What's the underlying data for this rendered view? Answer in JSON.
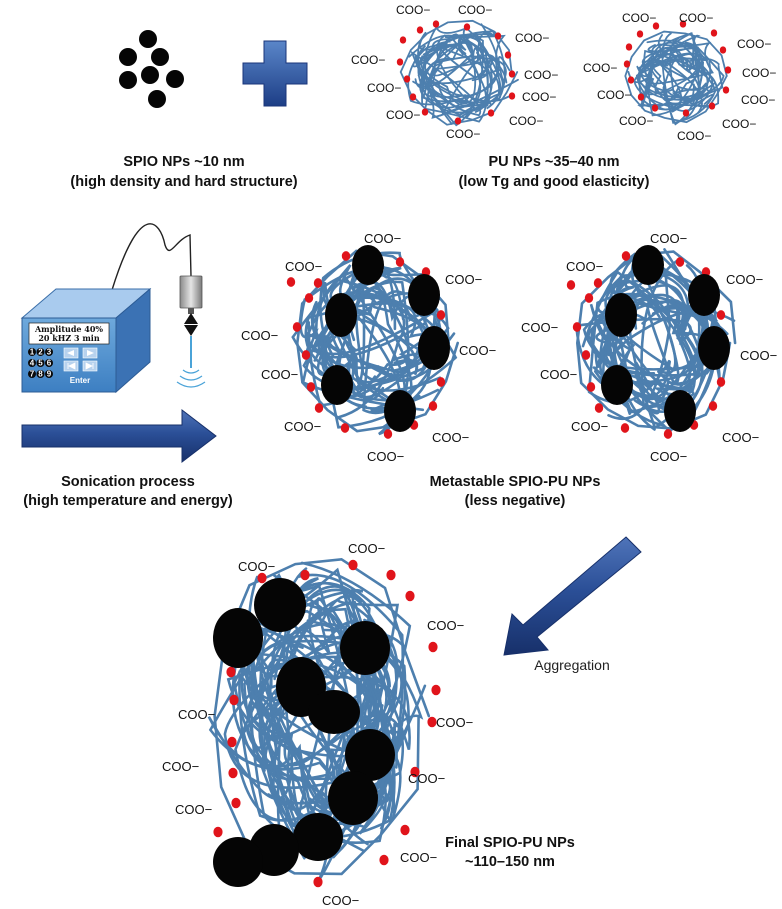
{
  "coo": "COO−",
  "panel1": {
    "spio_caption": "SPIO NPs ~10 nm",
    "spio_sub": "(high density and hard structure)",
    "pu_caption": "PU NPs ~35–40 nm",
    "pu_sub": "(low Tg and good elasticity)"
  },
  "panel2": {
    "sonication_caption": "Sonication process",
    "sonication_sub": "(high temperature and energy)",
    "metastable_caption": "Metastable SPIO-PU NPs",
    "metastable_sub": "(less negative)",
    "device": {
      "line1": "Amplitude 40%",
      "line2": "20 kHZ    3 min",
      "keys": [
        "1",
        "2",
        "3",
        "4",
        "5",
        "6",
        "7",
        "8",
        "9"
      ],
      "enter": "Enter"
    }
  },
  "panel3": {
    "aggregation_label": "Aggregation",
    "final_caption": "Final SPIO-PU NPs",
    "final_sub": "~110–150 nm"
  },
  "colors": {
    "strand": "#4d7fae",
    "carboxyl_dot": "#e0141b",
    "spio": "#050505",
    "arrow": "#2b4f97"
  }
}
